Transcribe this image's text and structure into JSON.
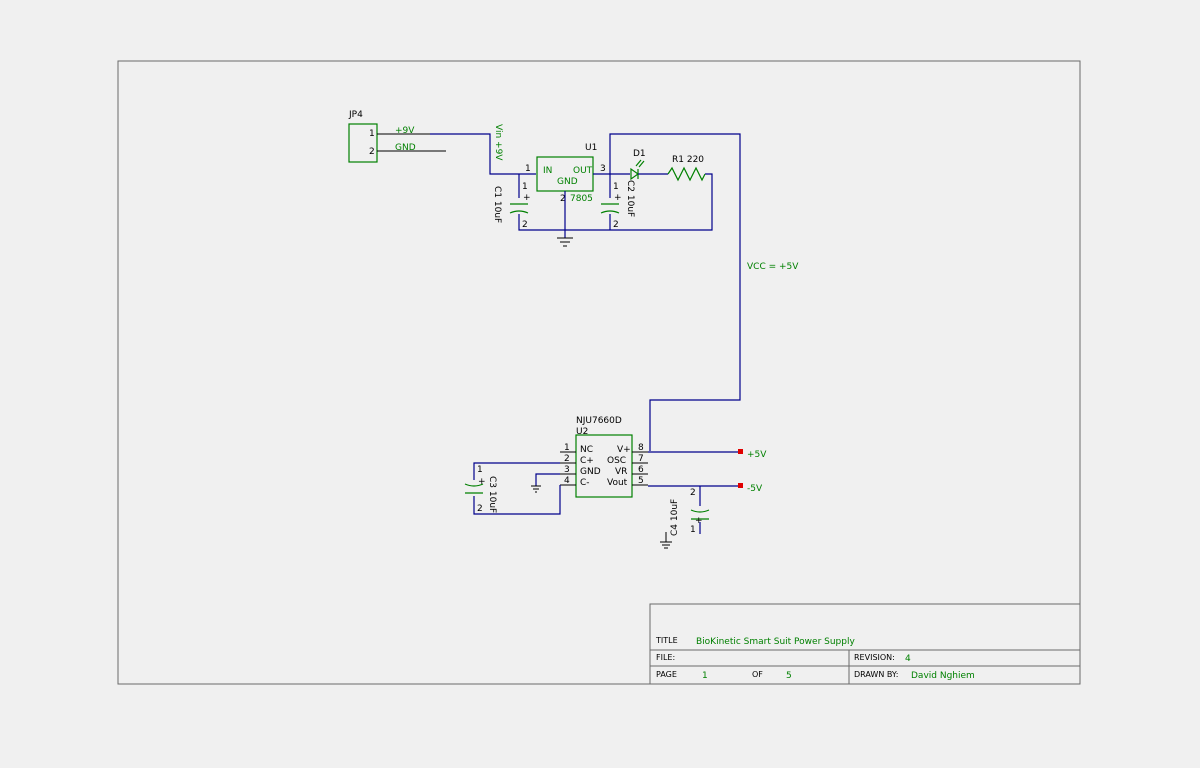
{
  "parts": {
    "jp4": {
      "ref": "JP4",
      "pins": [
        "1",
        "2"
      ],
      "nets": [
        "+9V",
        "GND"
      ]
    },
    "u1": {
      "ref": "U1",
      "value": "7805",
      "pin_in": "IN",
      "pin_out": "OUT",
      "pin_gnd": "GND",
      "pins": [
        "1",
        "2",
        "3"
      ]
    },
    "c1": {
      "label": "C1 10uF",
      "plus": "+",
      "pins": [
        "1",
        "2"
      ]
    },
    "c2": {
      "label": "C2 10uF",
      "plus": "+",
      "pins": [
        "1",
        "2"
      ]
    },
    "d1": {
      "ref": "D1"
    },
    "r1": {
      "label": "R1 220"
    },
    "u2": {
      "value": "NJU7660D",
      "ref": "U2",
      "left_pins": [
        {
          "num": "1",
          "name": "NC"
        },
        {
          "num": "2",
          "name": "C+"
        },
        {
          "num": "3",
          "name": "GND"
        },
        {
          "num": "4",
          "name": "C-"
        }
      ],
      "right_pins": [
        {
          "num": "8",
          "name": "V+"
        },
        {
          "num": "7",
          "name": "OSC"
        },
        {
          "num": "6",
          "name": "VR"
        },
        {
          "num": "5",
          "name": "Vout"
        }
      ]
    },
    "c3": {
      "label": "C3 10uF",
      "plus": "+",
      "pins": [
        "1",
        "2"
      ]
    },
    "c4": {
      "label": "C4 10uF",
      "plus": "+",
      "pins": [
        "1",
        "2"
      ]
    }
  },
  "nets": {
    "vin": "Vin +9V",
    "vcc": "VCC = +5V",
    "pos5": "+5V",
    "neg5": "-5V"
  },
  "title_block": {
    "title_label": "TITLE",
    "title": "BioKinetic Smart Suit Power Supply",
    "file_label": "FILE:",
    "revision_label": "REVISION:",
    "revision": "4",
    "page_label": "PAGE",
    "page": "1",
    "of_label": "OF",
    "pages": "5",
    "drawn_by_label": "DRAWN BY:",
    "drawn_by": "David Nghiem"
  }
}
